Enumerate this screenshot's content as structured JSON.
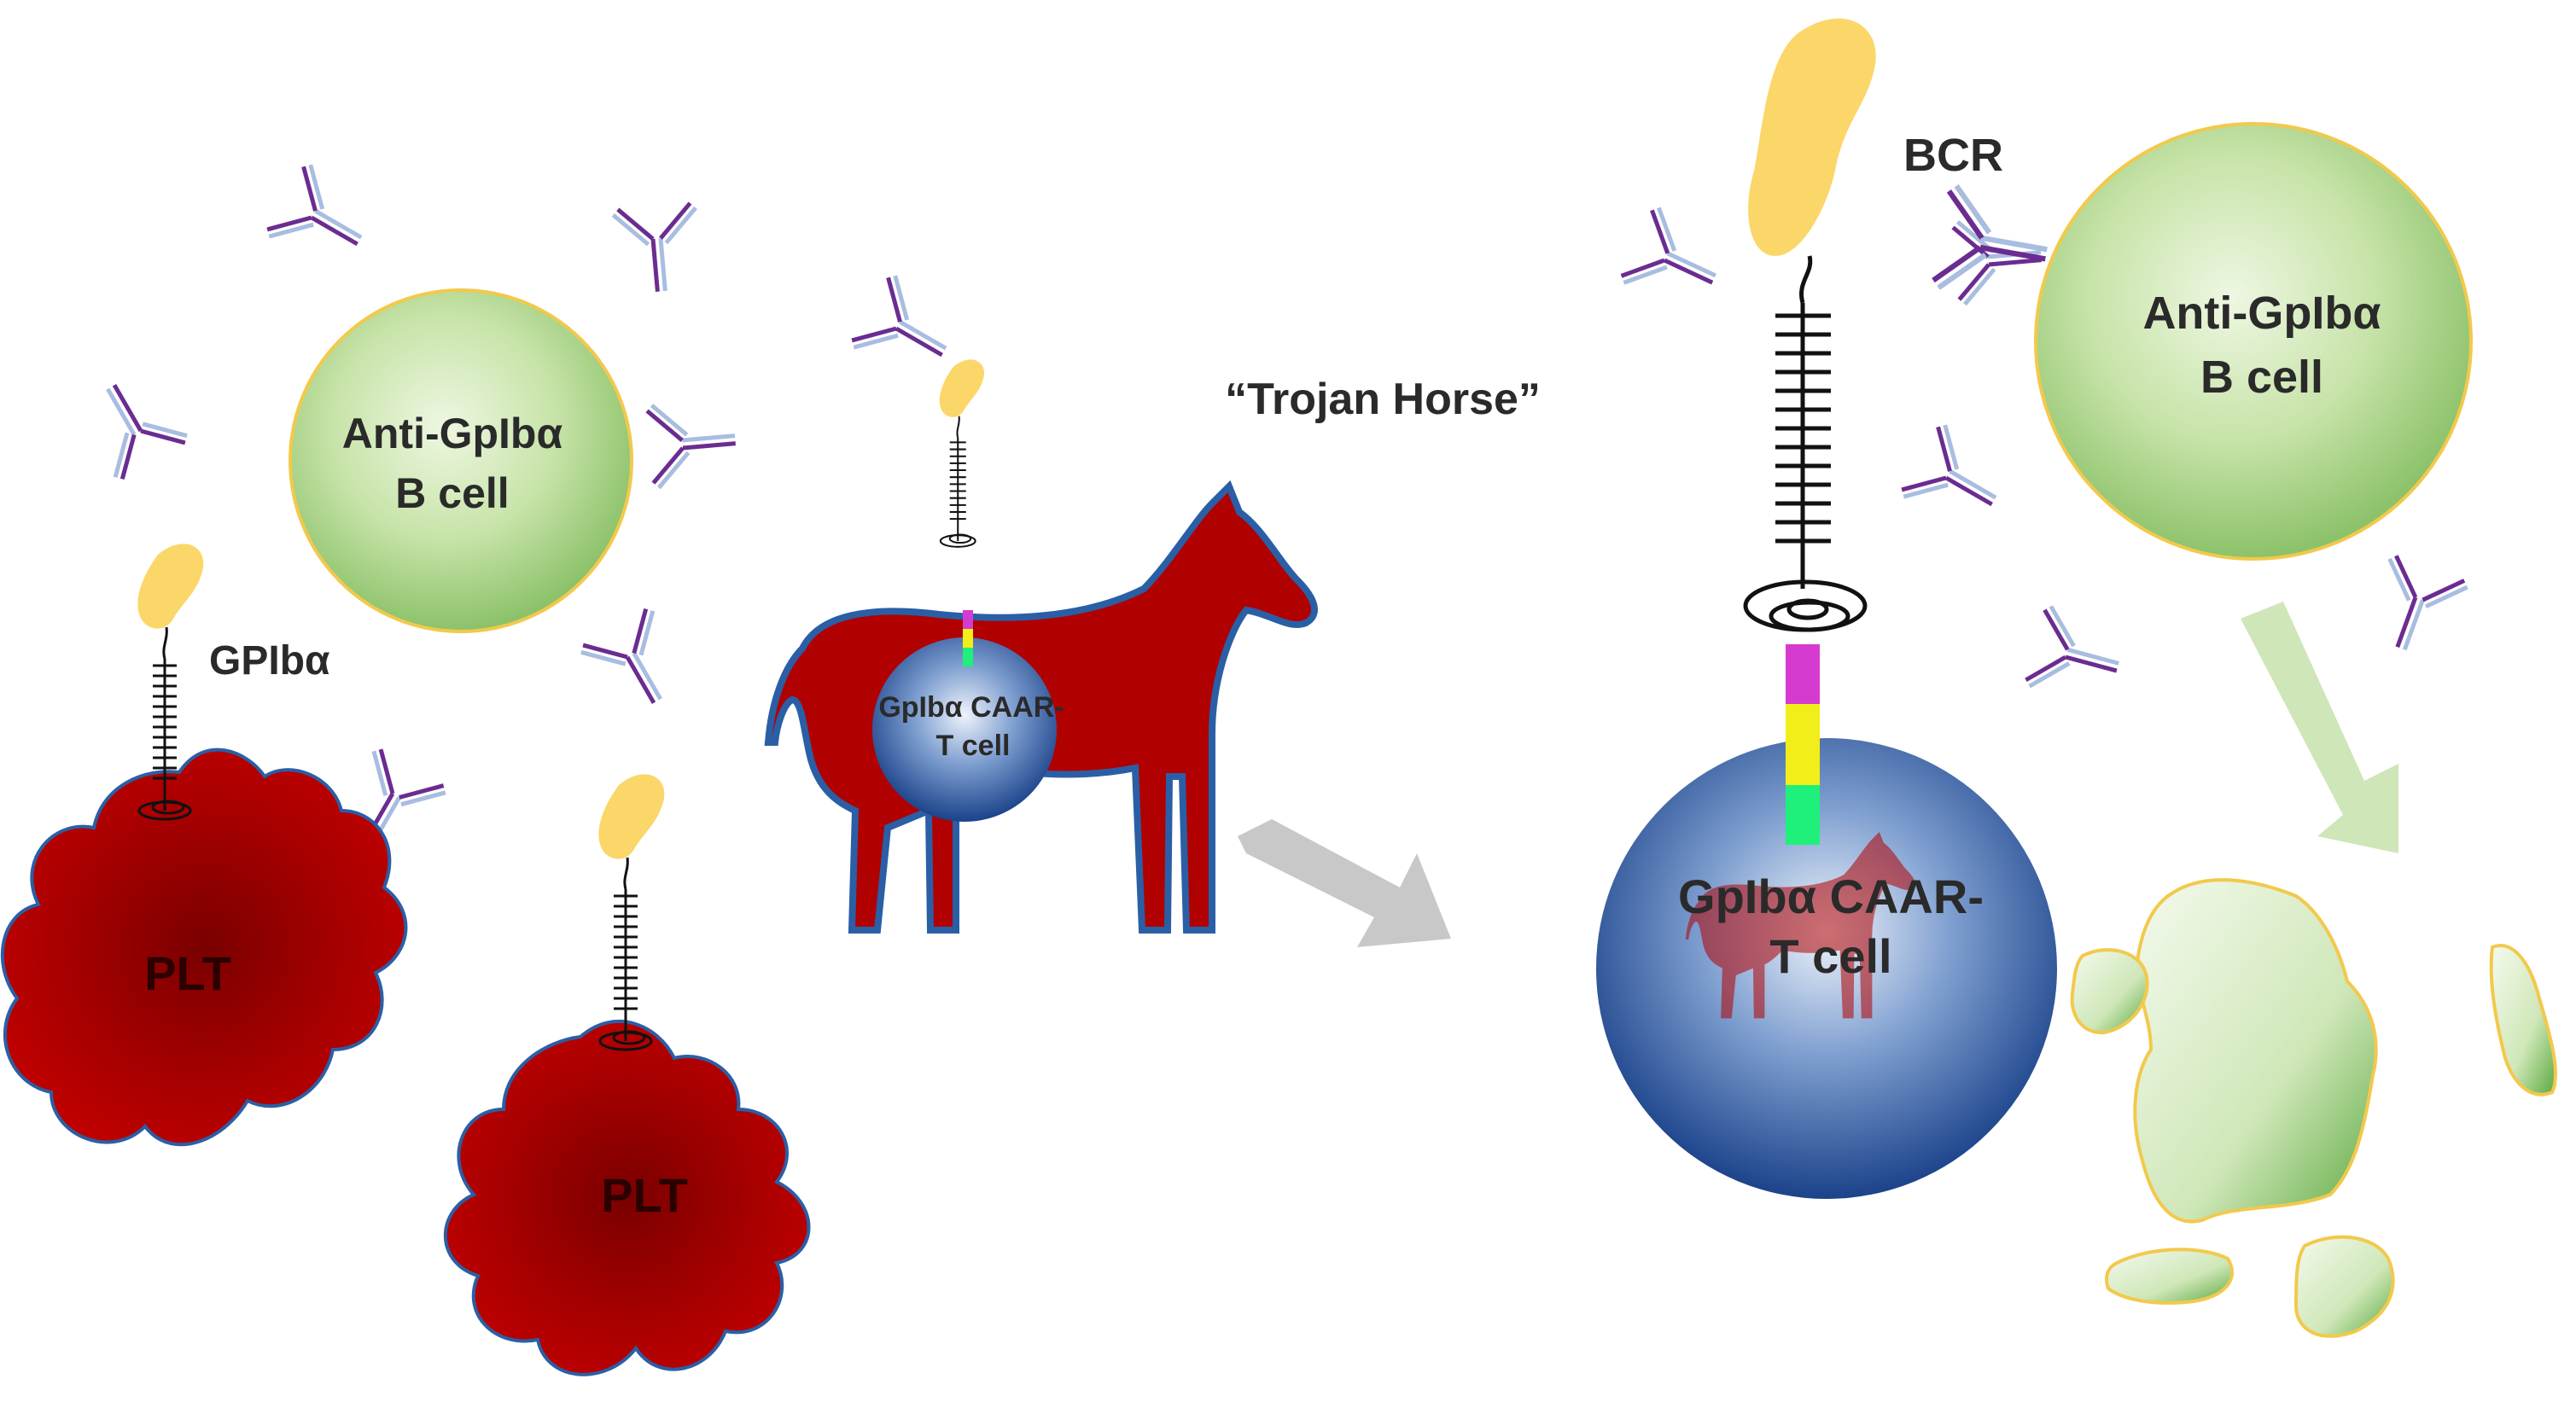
{
  "labels": {
    "b_cell_left_line1": "Anti-GpIbα",
    "b_cell_left_line2": "B cell",
    "gpiba": "GPIbα",
    "plt_left": "PLT",
    "plt_bottom": "PLT",
    "small_caar_line1": "GpIbα CAAR-",
    "small_caar_line2": "T cell",
    "trojan_horse": "“Trojan Horse”",
    "bcr": "BCR",
    "big_caar_line1": "GpIbα CAAR-",
    "big_caar_line2": "T cell",
    "b_cell_right_line1": "Anti-GpIbα",
    "b_cell_right_line2": "B cell"
  },
  "colors": {
    "antigen_yellow": "#fbd669",
    "platelet_red": "#b10000",
    "platelet_outline": "#2a5fa6",
    "horse_red": "#b10000",
    "bcell_green": "#b2d98a",
    "bcell_outline": "#f2c94c",
    "tcell_blue": "#1d4a93",
    "antibody_purple": "#6b2c91",
    "antibody_light": "#a8bde0",
    "arrow_gray": "#c8c8c8",
    "arrow_green": "#cfe6b8",
    "segment_magenta": "#d63bd0",
    "segment_yellow": "#f2ee19",
    "segment_green": "#1ff07a",
    "text_dark": "#2a2a2a"
  }
}
